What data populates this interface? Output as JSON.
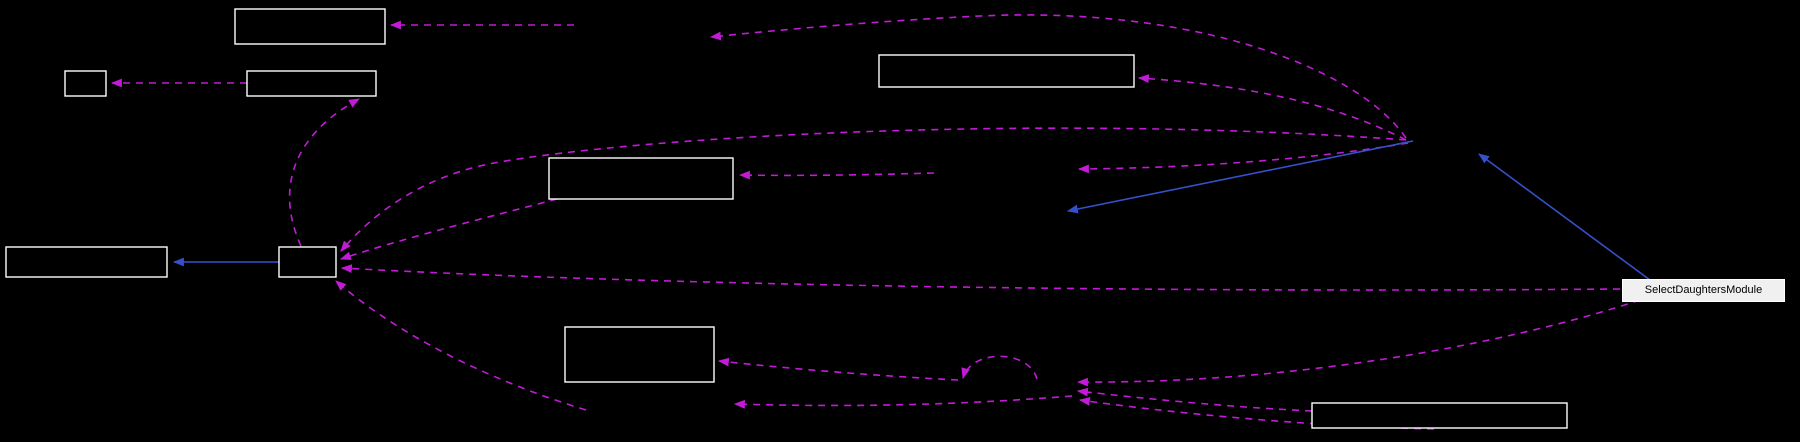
{
  "diagram": {
    "type": "collaboration-graph",
    "current_node": {
      "label": "SelectDaughtersModule"
    },
    "unlabeled_node_count": 9,
    "colors": {
      "background": "#000000",
      "node_border": "#ffffff",
      "node_fill": "#000000",
      "current_node_fill": "#f0f0f0",
      "current_node_text": "#000000",
      "dashed_edge": "#c21bd6",
      "solid_edge": "#3550cc"
    }
  }
}
